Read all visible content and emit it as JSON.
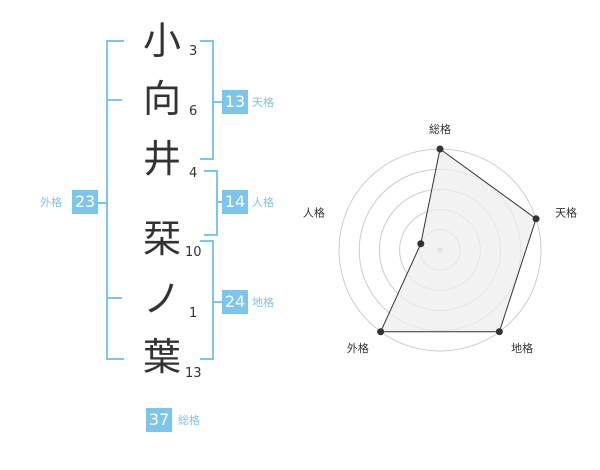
{
  "name": {
    "chars": [
      {
        "char": "小",
        "strokes": "3"
      },
      {
        "char": "向",
        "strokes": "6"
      },
      {
        "char": "井",
        "strokes": "4"
      },
      {
        "char": "栞",
        "strokes": "10"
      },
      {
        "char": "ノ",
        "strokes": "1"
      },
      {
        "char": "葉",
        "strokes": "13"
      }
    ]
  },
  "kakusu": {
    "tenkaku": {
      "value": "13",
      "label": "天格"
    },
    "jinkaku": {
      "value": "14",
      "label": "人格"
    },
    "chikaku": {
      "value": "24",
      "label": "地格"
    },
    "gaikaku": {
      "value": "23",
      "label": "外格"
    },
    "soukaku": {
      "value": "37",
      "label": "総格"
    }
  },
  "chart_data": {
    "type": "radar",
    "axes": [
      "総格",
      "天格",
      "地格",
      "外格",
      "人格"
    ],
    "values": [
      5,
      5,
      5,
      5,
      1
    ],
    "max": 5,
    "rings": 5
  },
  "colors": {
    "accent": "#7cc6ee",
    "text": "#333333",
    "grid": "#cccccc",
    "fill": "#eeeeee"
  }
}
